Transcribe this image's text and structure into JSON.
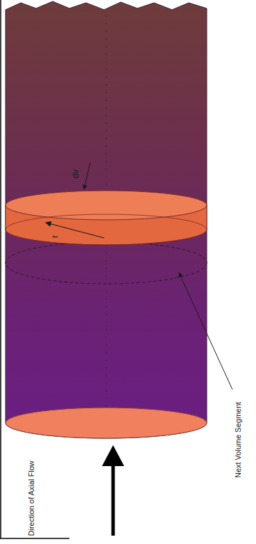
{
  "diagram": {
    "labels": [
      "dv",
      "r",
      "Next Volume Segment",
      "Direction of Axial Flow"
    ]
  }
}
